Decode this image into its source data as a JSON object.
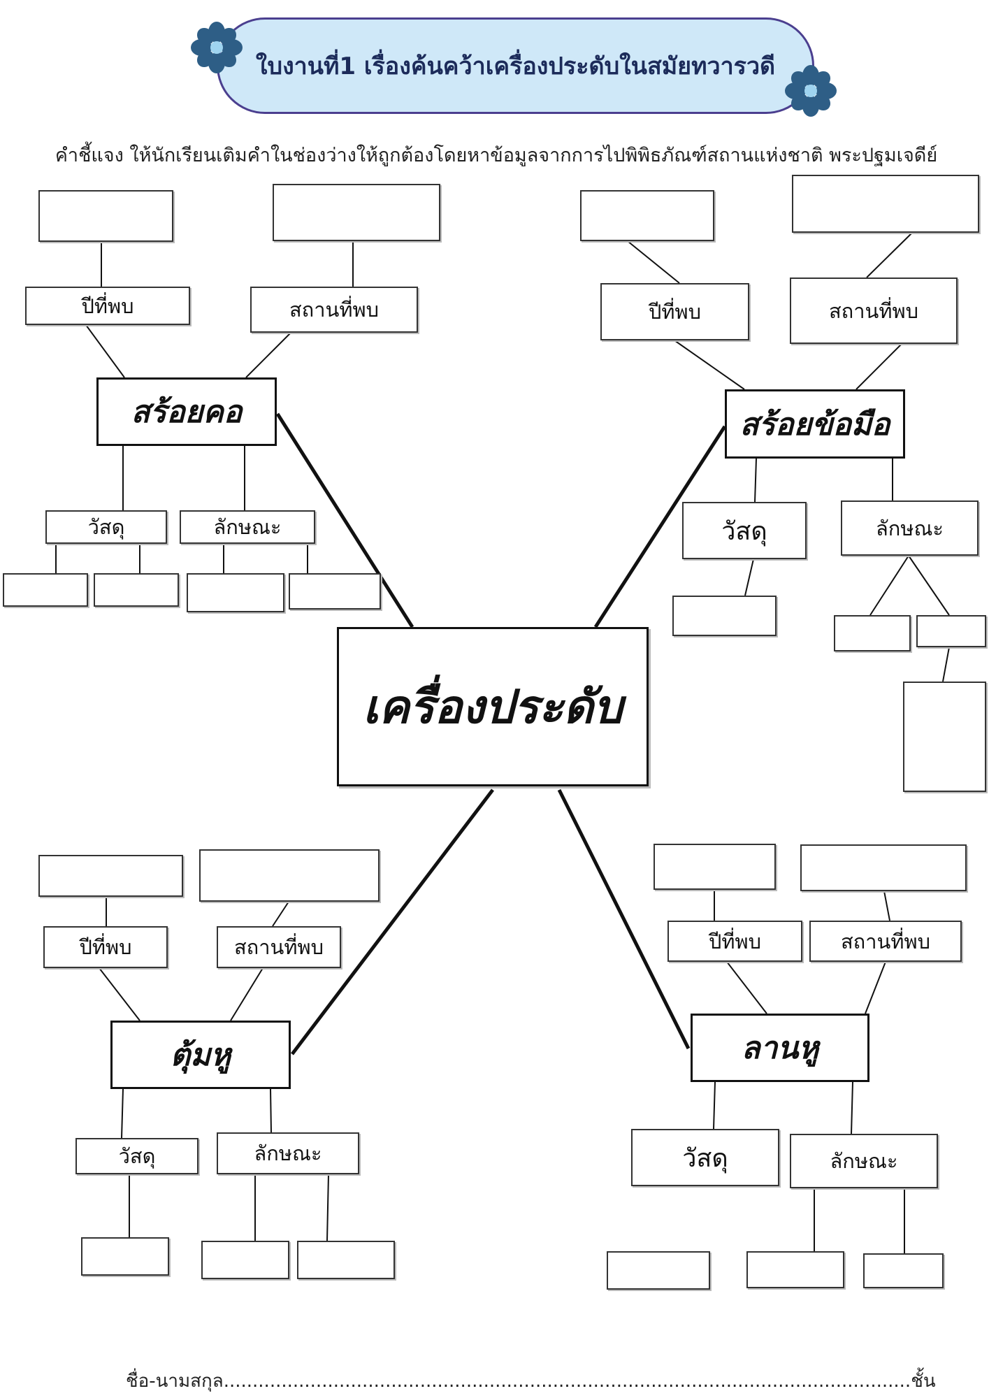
{
  "title": "ใบงานที่1 เรื่องค้นคว้าเครื่องประดับในสมัยทวารวดี",
  "instruction": "คำชี้แจง ให้นักเรียนเติมคำในช่องว่างให้ถูกต้องโดยหาข้อมูลจากการไปพิพิธภัณฑ์สถานแห่งชาติ พระปฐมเจดีย์",
  "center": "เครื่องประดับ",
  "labels": {
    "year_found": "ปีที่พบ",
    "place_found": "สถานที่พบ",
    "material": "วัสดุ",
    "characteristics": "ลักษณะ"
  },
  "categories": {
    "necklace": "สร้อยคอ",
    "bracelet": "สร้อยข้อมือ",
    "earring": "ตุ้มหู",
    "earplug": "ลานหู"
  },
  "footer": "ชื่อ-นามสกุล.......................................................................................................................ชั้น.......เลขที่........",
  "colors": {
    "banner_fill": "#cfe8f8",
    "banner_border": "#4b3f8f",
    "flower": "#2e5e86"
  }
}
